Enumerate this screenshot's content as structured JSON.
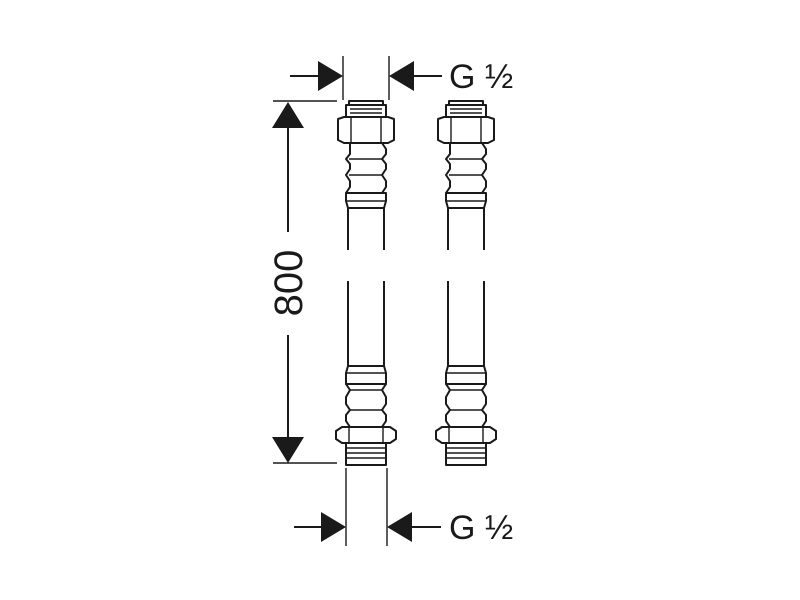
{
  "dimensions": {
    "top_thread_label": "G ½",
    "bottom_thread_label": "G ½",
    "length_label": "800"
  },
  "colors": {
    "line": "#1a1a1a",
    "background": "#ffffff"
  }
}
